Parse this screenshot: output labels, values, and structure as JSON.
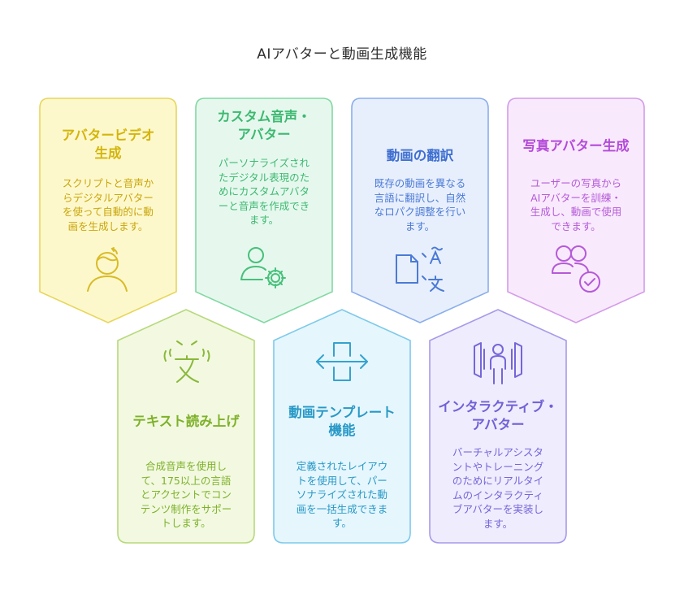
{
  "title": "AIアバターと動画生成機能",
  "cards": [
    {
      "title_lines": [
        "アバタービデオ",
        "生成"
      ],
      "desc_lines": [
        "スクリプトと音声か",
        "らデジタルアバター",
        "を使って自動的に動",
        "画を生成します。"
      ],
      "icon": "avatar-face-icon",
      "colors": {
        "fill": "#fdf8cc",
        "stroke": "#e7d65c",
        "title": "#d4b50c",
        "desc": "#c9a60c",
        "icon": "#d9bb28"
      }
    },
    {
      "title_lines": [
        "カスタム音声・",
        "アバター"
      ],
      "desc_lines": [
        "パーソナライズされ",
        "たデジタル表現のた",
        "めにカスタムアバタ",
        "ーと音声を作成でき",
        "ます。"
      ],
      "icon": "user-gear-icon",
      "colors": {
        "fill": "#e6f8ee",
        "stroke": "#82d8a3",
        "title": "#3db971",
        "desc": "#3db971",
        "icon": "#47c07b"
      }
    },
    {
      "title_lines": [
        "動画の翻訳"
      ],
      "desc_lines": [
        "既存の動画を異なる",
        "言語に翻訳し、自然",
        "なロパク調整を行い",
        "ます。"
      ],
      "icon": "translate-icon",
      "colors": {
        "fill": "#e8effc",
        "stroke": "#8aaeeb",
        "title": "#3e6fd1",
        "desc": "#4a7ad6",
        "icon": "#4a7ad6"
      }
    },
    {
      "title_lines": [
        "写真アバター生成"
      ],
      "desc_lines": [
        "ユーザーの写真から",
        "AIアバターを訓練・",
        "生成し、動画で使用",
        "できます。"
      ],
      "icon": "users-check-icon",
      "colors": {
        "fill": "#f8eafc",
        "stroke": "#d39be9",
        "title": "#b44ad9",
        "desc": "#b659d9",
        "icon": "#b659d9"
      }
    },
    {
      "title_lines": [
        "テキスト読み上げ"
      ],
      "desc_lines": [
        "合成音声を使用し",
        "て、175以上の言語",
        "とアクセントでコン",
        "テンツ制作をサポー",
        "トします。"
      ],
      "icon": "speech-text-icon",
      "colors": {
        "fill": "#f2f9e0",
        "stroke": "#b7d97c",
        "title": "#7eb12a",
        "desc": "#7eb12a",
        "icon": "#8ab83b"
      }
    },
    {
      "title_lines": [
        "動画テンプレート",
        "機能"
      ],
      "desc_lines": [
        "定義されたレイアウ",
        "トを使用して、パー",
        "ソナライズされた動",
        "画を一括生成できま",
        "す。"
      ],
      "icon": "template-arrows-icon",
      "colors": {
        "fill": "#e6f6fd",
        "stroke": "#7dcaea",
        "title": "#2799c6",
        "desc": "#2799c6",
        "icon": "#34a3cf"
      }
    },
    {
      "title_lines": [
        "インタラクティブ・",
        "アバター"
      ],
      "desc_lines": [
        "バーチャルアシスタ",
        "ントやトレーニング",
        "のためにリアルタイ",
        "ムのインタラクティ",
        "ブアバターを実装し",
        "ます。"
      ],
      "icon": "interactive-person-icon",
      "colors": {
        "fill": "#efecfd",
        "stroke": "#a69aea",
        "title": "#7061d6",
        "desc": "#7466d9",
        "icon": "#7466d9"
      }
    }
  ]
}
